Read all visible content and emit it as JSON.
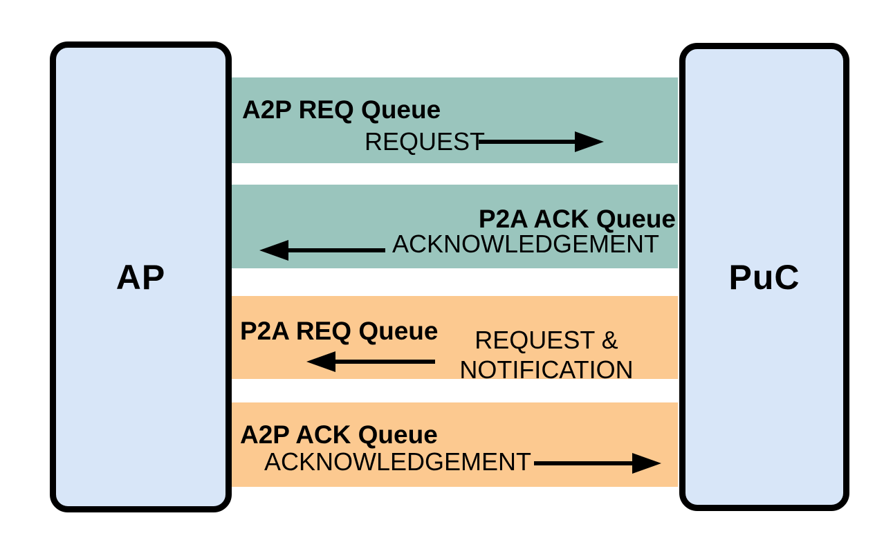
{
  "colors": {
    "band_green": "#9ac5bd",
    "band_orange": "#fcc990",
    "node_fill": "#d8e6f8",
    "outline": "#000000"
  },
  "nodes": [
    {
      "id": "ap",
      "label": "AP"
    },
    {
      "id": "puc",
      "label": "PuC"
    }
  ],
  "bands": [
    {
      "queue_label": "A2P REQ Queue",
      "message_lines": [
        "REQUEST"
      ],
      "direction": "right",
      "color": "#9ac5bd"
    },
    {
      "queue_label": "P2A ACK Queue",
      "message_lines": [
        "ACKNOWLEDGEMENT"
      ],
      "direction": "left",
      "color": "#9ac5bd"
    },
    {
      "queue_label": "P2A REQ Queue",
      "message_lines": [
        "REQUEST &",
        "NOTIFICATION"
      ],
      "direction": "left",
      "color": "#fcc990"
    },
    {
      "queue_label": "A2P ACK Queue",
      "message_lines": [
        "ACKNOWLEDGEMENT"
      ],
      "direction": "right",
      "color": "#fcc990"
    }
  ]
}
